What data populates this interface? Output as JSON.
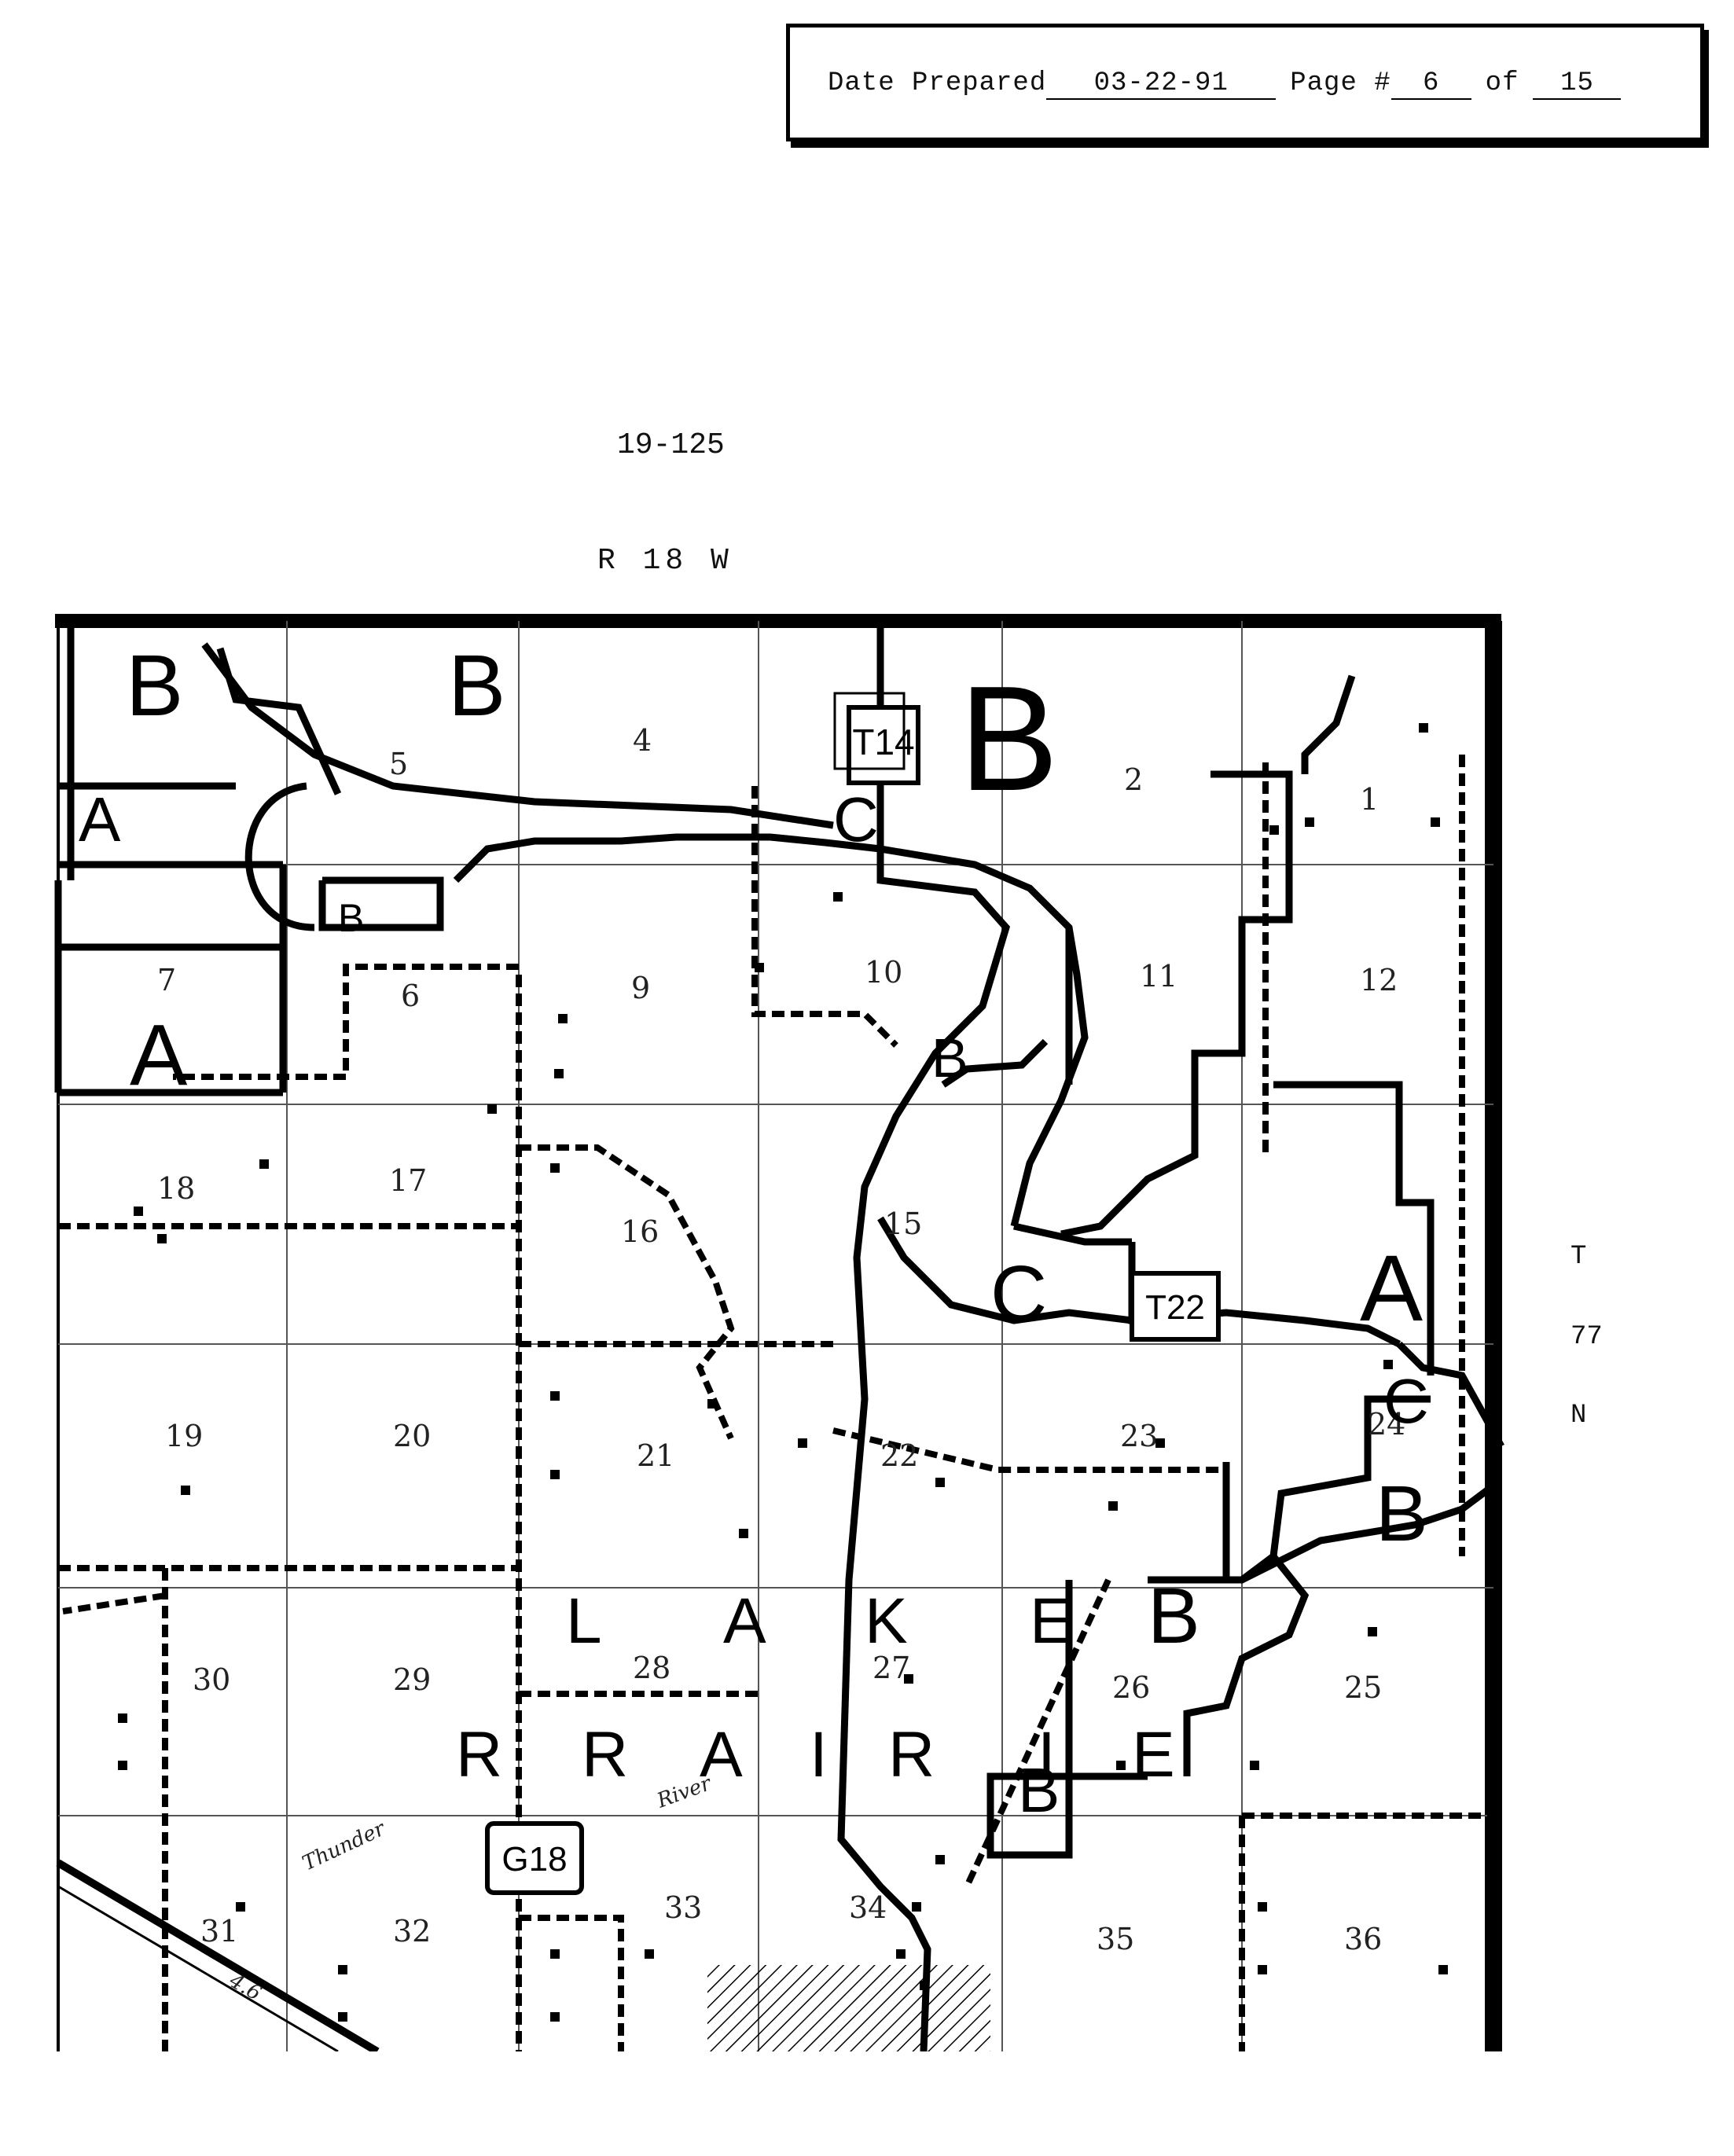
{
  "header": {
    "date_label": "Date Prepared",
    "date_value": "03-22-91",
    "page_label": "Page #",
    "page_value": "6",
    "of_label": "of",
    "total_pages": "15"
  },
  "doc_code": "19-125",
  "range_label": "R  18  W",
  "township": {
    "t": "T",
    "num": "77",
    "dir": "N"
  },
  "map": {
    "sections": [
      "1",
      "2",
      "4",
      "5",
      "6",
      "7",
      "9",
      "10",
      "11",
      "12",
      "15",
      "16",
      "17",
      "18",
      "19",
      "20",
      "21",
      "22",
      "23",
      "24",
      "25",
      "26",
      "27",
      "28",
      "29",
      "30",
      "31",
      "32",
      "33",
      "34",
      "35",
      "36"
    ],
    "route_shields": [
      "T14",
      "T22",
      "G18"
    ],
    "zone_labels": [
      "A",
      "B",
      "C"
    ],
    "township_name_top": [
      "L",
      "A",
      "K",
      "E"
    ],
    "township_name_bottom": [
      "R",
      "R",
      "A",
      "I",
      "R",
      "I",
      "E"
    ],
    "river_names": [
      "Thunder",
      "River"
    ],
    "road_number": "4.6"
  }
}
